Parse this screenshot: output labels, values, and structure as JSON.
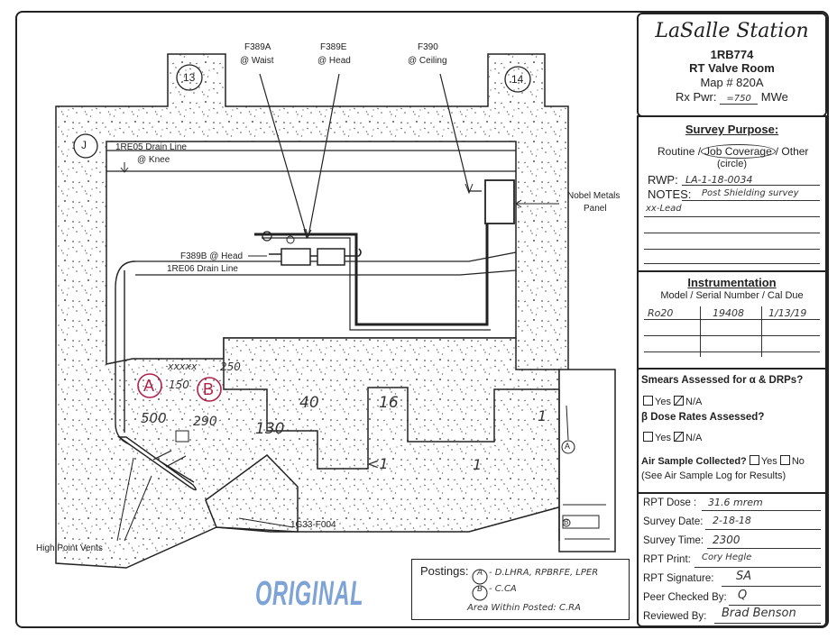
{
  "station": {
    "name": "LaSalle Station",
    "location_code": "1RB774",
    "room": "RT Valve Room",
    "map_no": "Map # 820A",
    "rx_pwr_label": "Rx Pwr:",
    "rx_pwr_value": "=750",
    "rx_pwr_unit": "MWe"
  },
  "survey_purpose": {
    "title": "Survey Purpose:",
    "routine": "Routine /",
    "job_coverage": "Job Coverage",
    "other": "/ Other",
    "circle_note": "(circle)",
    "rwp_label": "RWP:",
    "rwp_value": "LA-1-18-0034",
    "notes_label": "NOTES:",
    "notes_value": "Post Shielding survey",
    "notes_value2": "xx-Lead"
  },
  "instrumentation": {
    "title": "Instrumentation",
    "header": "Model / Serial Number / Cal Due",
    "model": "Ro20",
    "serial": "19408",
    "cal_due": "1/13/19"
  },
  "smears": {
    "question": "Smears Assessed for α & DRPs?",
    "yes": "Yes",
    "na": "N/A",
    "beta_question": "β Dose Rates Assessed?",
    "beta_yes": "Yes",
    "beta_na": "N/A",
    "air_question": "Air Sample Collected?",
    "air_yes": "Yes",
    "air_no": "No",
    "air_note": "(See Air Sample Log for Results)"
  },
  "rpt": {
    "dose_label": "RPT Dose :",
    "dose_value": "31.6 mrem",
    "date_label": "Survey Date:",
    "date_value": "2-18-18",
    "time_label": "Survey Time:",
    "time_value": "2300",
    "print_label": "RPT Print:",
    "print_value": "Cory Hegle",
    "sig_label": "RPT Signature:",
    "sig_value": "SA",
    "peer_label": "Peer Checked By:",
    "peer_value": "Q",
    "reviewed_label": "Reviewed By:",
    "reviewed_value": "Brad Benson"
  },
  "map": {
    "node_13": "13",
    "node_14": "14",
    "node_j": "J",
    "f389a": "F389A",
    "f389a_loc": "@ Waist",
    "f389e": "F389E",
    "f389e_loc": "@ Head",
    "f390": "F390",
    "f390_loc": "@ Ceiling",
    "drain1": "1RE05 Drain Line",
    "drain1_loc": "@ Knee",
    "nobel1": "Nobel Metals",
    "nobel2": "Panel",
    "f389b": "F389B @ Head",
    "drain2": "1RE06 Drain Line",
    "xxxx": "xxxxx",
    "v250": "250",
    "v150": "150",
    "v500": "500",
    "v290": "290",
    "v130": "130",
    "v40": "40",
    "v16": "16",
    "v1a": "1",
    "v1b": "1",
    "vlt1": "<1",
    "marker_a": "A",
    "marker_b": "B",
    "circ_a": "A",
    "circ_b": "B",
    "valve": "1G33-F004",
    "vents": "High Point Vents",
    "stamp": "ORIGINAL"
  },
  "postings": {
    "label": "Postings:",
    "a_key": "A",
    "a_text": "- D.LHRA, RPBRFE, LPER",
    "b_key": "B",
    "b_text": "- C.CA",
    "area_text": "Area Within Posted: C.RA"
  }
}
